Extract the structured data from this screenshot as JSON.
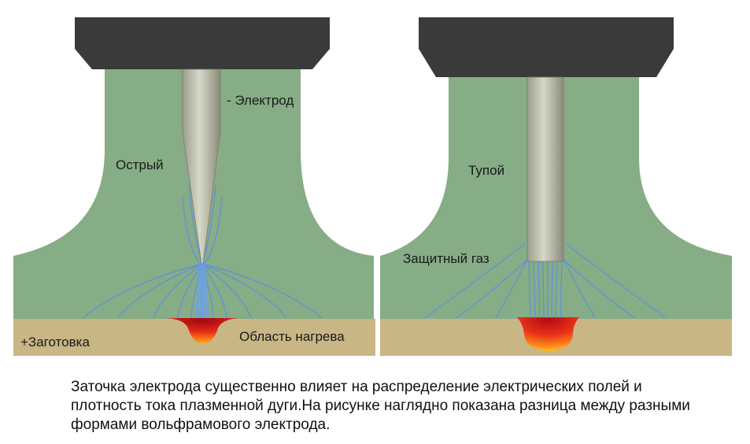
{
  "left_panel": {
    "electrode_label": "- Электрод",
    "shape_label": "Острый",
    "workpiece_label": "+Заготовка",
    "heat_zone_label": "Область нагрева"
  },
  "right_panel": {
    "shape_label": "Тупой",
    "gas_label": "Защитный газ"
  },
  "caption": "Заточка электрода существенно влияет на распределение электрических полей и плотность тока плазменной дуги.На рисунке наглядно показана разница между разными формами вольфрамового электрода.",
  "colors": {
    "gas": "#86AD86",
    "nozzle": "#3A3A3A",
    "electrode": "#C9C9B8",
    "workpiece": "#C8B685",
    "field_lines": "#5B8FE0",
    "heat_core": "#C0101A",
    "heat_edge": "#FFA020"
  }
}
